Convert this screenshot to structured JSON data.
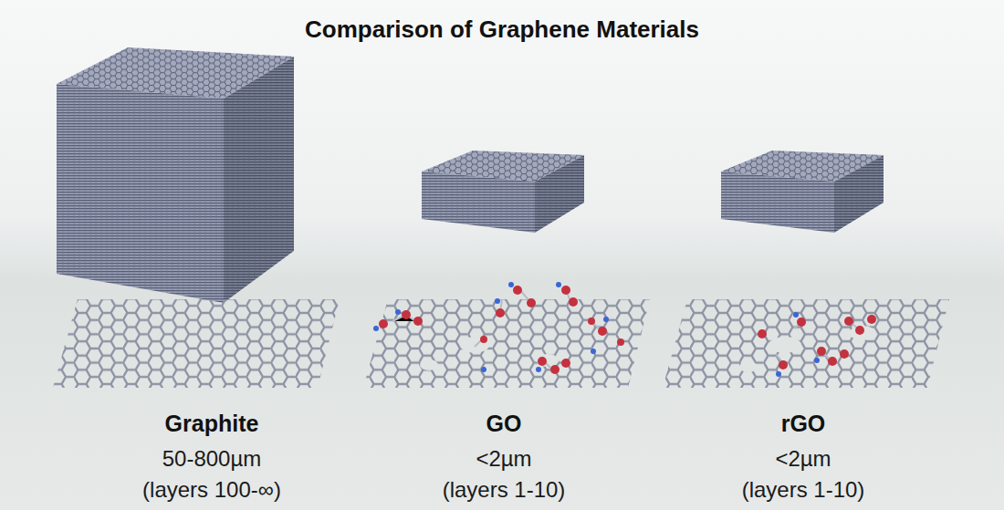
{
  "diagram": {
    "title": "Comparison of Graphene Materials",
    "labels": [
      "Graphite",
      "50-800µm",
      "(layers 100-∞)",
      "GO",
      "<2µm",
      "(layers 1-10)",
      "rGO",
      "<2µm",
      "(layers 1-10)"
    ]
  }
}
